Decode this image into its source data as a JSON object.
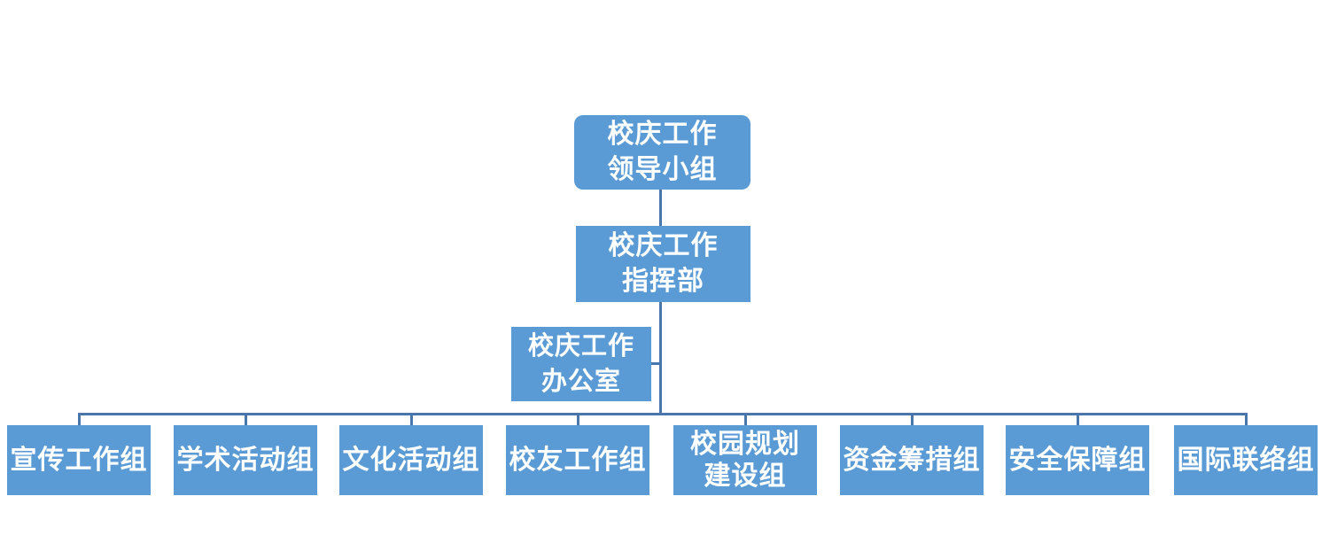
{
  "org_chart": {
    "box_fill_color": "#5B9BD5",
    "connector_color": "#4977AD",
    "text_color": "#FFFFFF",
    "root": {
      "label": "校庆工作\n领导小组"
    },
    "command": {
      "label": "校庆工作\n指挥部"
    },
    "office": {
      "label": "校庆工作\n办公室"
    },
    "groups": [
      {
        "label": "宣传工作组"
      },
      {
        "label": "学术活动组"
      },
      {
        "label": "文化活动组"
      },
      {
        "label": "校友工作组"
      },
      {
        "label": "校园规划\n建设组"
      },
      {
        "label": "资金筹措组"
      },
      {
        "label": "安全保障组"
      },
      {
        "label": "国际联络组"
      }
    ]
  }
}
